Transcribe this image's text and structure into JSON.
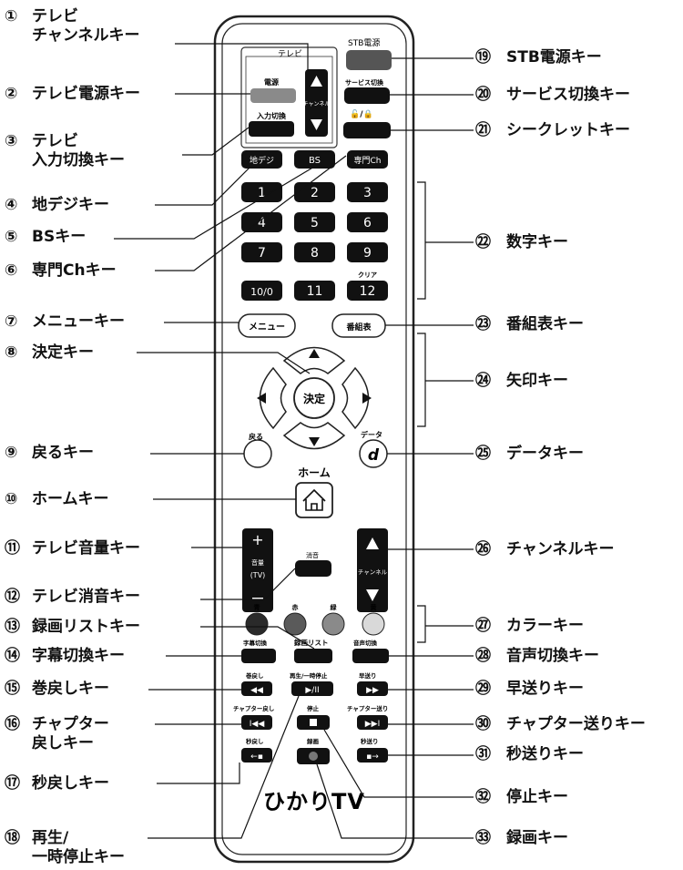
{
  "left_labels": [
    {
      "num": "①",
      "text": "テレビ",
      "text2": "チャンネルキー"
    },
    {
      "num": "②",
      "text": "テレビ電源キー"
    },
    {
      "num": "③",
      "text": "テレビ",
      "text2": "入力切換キー"
    },
    {
      "num": "④",
      "text": "地デジキー"
    },
    {
      "num": "⑤",
      "text": "BSキー"
    },
    {
      "num": "⑥",
      "text": "専門Chキー"
    },
    {
      "num": "⑦",
      "text": "メニューキー"
    },
    {
      "num": "⑧",
      "text": "決定キー"
    },
    {
      "num": "⑨",
      "text": "戻るキー"
    },
    {
      "num": "⑩",
      "text": "ホームキー"
    },
    {
      "num": "⑪",
      "text": "テレビ音量キー"
    },
    {
      "num": "⑫",
      "text": "テレビ消音キー"
    },
    {
      "num": "⑬",
      "text": "録画リストキー"
    },
    {
      "num": "⑭",
      "text": "字幕切換キー"
    },
    {
      "num": "⑮",
      "text": "巻戻しキー"
    },
    {
      "num": "⑯",
      "text": "チャプター",
      "text2": "戻しキー"
    },
    {
      "num": "⑰",
      "text": "秒戻しキー"
    },
    {
      "num": "⑱",
      "text": "再生/",
      "text2": "一時停止キー"
    }
  ],
  "right_labels": [
    {
      "num": "⑲",
      "text": "STB電源キー"
    },
    {
      "num": "⑳",
      "text": "サービス切換キー"
    },
    {
      "num": "㉑",
      "text": "シークレットキー"
    },
    {
      "num": "㉒",
      "text": "数字キー"
    },
    {
      "num": "㉓",
      "text": "番組表キー"
    },
    {
      "num": "㉔",
      "text": "矢印キー"
    },
    {
      "num": "㉕",
      "text": "データキー"
    },
    {
      "num": "㉖",
      "text": "チャンネルキー"
    },
    {
      "num": "㉗",
      "text": "カラーキー"
    },
    {
      "num": "㉘",
      "text": "音声切換キー"
    },
    {
      "num": "㉙",
      "text": "早送りキー"
    },
    {
      "num": "㉚",
      "text": "チャプター送りキー"
    },
    {
      "num": "㉛",
      "text": "秒送りキー"
    },
    {
      "num": "㉜",
      "text": "停止キー"
    },
    {
      "num": "㉝",
      "text": "録画キー"
    }
  ],
  "remote": {
    "tv_section": "テレビ",
    "tv_power": "電源",
    "tv_ch": "チャンネル",
    "tv_input": "入力切換",
    "stb_power": "STB電源",
    "service": "サービス切換",
    "secret": "🔓/🔒",
    "chideji": "地デジ",
    "bs": "BS",
    "senmon": "専門Ch",
    "digits": [
      "1",
      "2",
      "3",
      "4",
      "5",
      "6",
      "7",
      "8",
      "9",
      "10/0",
      "11",
      "12"
    ],
    "clear": "クリア",
    "menu": "メニュー",
    "epg": "番組表",
    "ok": "決定",
    "back": "戻る",
    "data": "データ",
    "data_glyph": "d",
    "home": "ホーム",
    "vol": "音量",
    "vol_tv": "(TV)",
    "mute": "消音",
    "ch": "チャンネル",
    "color_labels": [
      "青",
      "赤",
      "緑",
      "黄"
    ],
    "colors": [
      "#2a2a2a",
      "#5a5a5a",
      "#8a8a8a",
      "#d9d9d9"
    ],
    "subtitle": "字幕切換",
    "rec_list": "録画リスト",
    "audio": "音声切換",
    "rew": "巻戻し",
    "play": "再生/一時停止",
    "ff": "早送り",
    "chap_back": "チャプター戻し",
    "stop": "停止",
    "chap_fwd": "チャプター送り",
    "sec_back": "秒戻し",
    "record": "録画",
    "sec_fwd": "秒送り",
    "brand": "ひかりTV"
  }
}
